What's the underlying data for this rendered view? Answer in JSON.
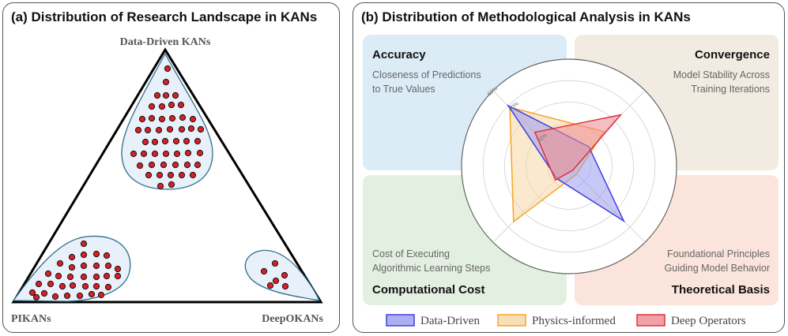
{
  "panel_a": {
    "title": "(a) Distribution of Research Landscape in KANs",
    "vertices": {
      "top": "Data-Driven KANs",
      "left": "PIKANs",
      "right": "DeepOKANs"
    }
  },
  "panel_b": {
    "title": "(b) Distribution of Methodological Analysis in KANs",
    "quadrants": {
      "accuracy": {
        "title": "Accuracy",
        "desc1": "Closeness of Predictions",
        "desc2": "to True Values",
        "color": "#dbecf7"
      },
      "convergence": {
        "title": "Convergence",
        "desc1": "Model Stability Across",
        "desc2": "Training Iterations",
        "color": "#f2ebe1"
      },
      "computational": {
        "title": "Computational Cost",
        "desc1": "Cost of Executing",
        "desc2": "Algorithmic Learning Steps",
        "color": "#e3efe1"
      },
      "theoretical": {
        "title": "Theoretical Basis",
        "desc1": "Foundational Principles",
        "desc2": "Guiding Model Behavior",
        "color": "#fbe4db"
      }
    },
    "radar": {
      "tick_labels": [
        "80%",
        "60%",
        "40%"
      ],
      "series": [
        {
          "name": "Data-Driven",
          "color": "#4040e0",
          "fill": "#9a9aef",
          "values": [
            0.8,
            0.26,
            0.72,
            0.16
          ]
        },
        {
          "name": "Physics-informed",
          "color": "#f5a623",
          "fill": "#f8d7a6",
          "values": [
            0.78,
            0.46,
            0.1,
            0.73
          ]
        },
        {
          "name": "Deep Operators",
          "color": "#e03040",
          "fill": "#ec8a8e",
          "values": [
            0.45,
            0.68,
            0.05,
            0.18
          ]
        }
      ]
    }
  }
}
